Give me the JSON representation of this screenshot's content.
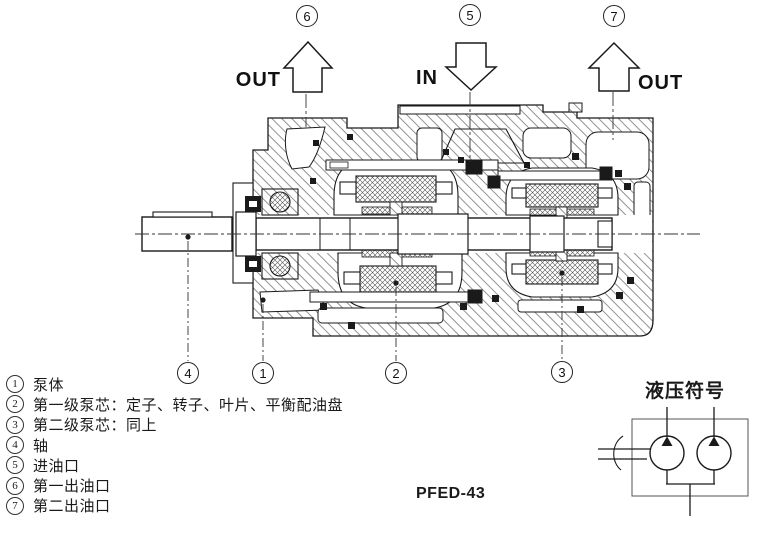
{
  "figure": {
    "model_label": "PFED-43",
    "symbol_title": "液压符号"
  },
  "ports": {
    "out1": {
      "num": "6",
      "label": "OUT"
    },
    "in": {
      "num": "5",
      "label": "IN"
    },
    "out2": {
      "num": "7",
      "label": "OUT"
    }
  },
  "callouts": {
    "c1": {
      "num": "1"
    },
    "c2": {
      "num": "2"
    },
    "c3": {
      "num": "3"
    },
    "c4": {
      "num": "4"
    }
  },
  "legend": {
    "items": [
      {
        "num": "1",
        "text": "泵体"
      },
      {
        "num": "2",
        "text": "第一级泵芯：定子、转子、叶片、平衡配油盘"
      },
      {
        "num": "3",
        "text": "第二级泵芯：同上"
      },
      {
        "num": "4",
        "text": "轴"
      },
      {
        "num": "5",
        "text": "进油口"
      },
      {
        "num": "6",
        "text": "第一出油口"
      },
      {
        "num": "7",
        "text": "第二出油口"
      }
    ]
  },
  "colors": {
    "line": "#1a1a1a",
    "hatch": "#777777",
    "background": "#ffffff"
  }
}
